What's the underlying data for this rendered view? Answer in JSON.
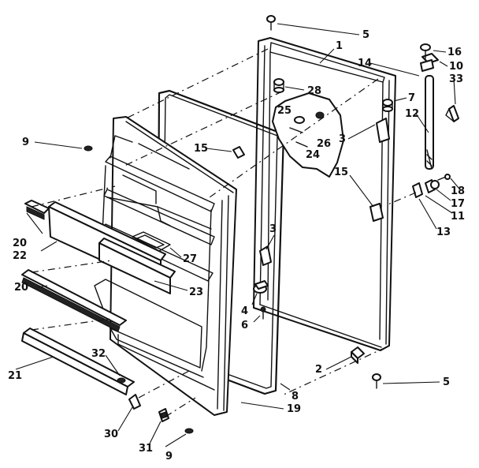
{
  "callouts": [
    {
      "id": "c5a",
      "text": "5"
    },
    {
      "id": "c1",
      "text": "1"
    },
    {
      "id": "c16",
      "text": "16"
    },
    {
      "id": "c14",
      "text": "14"
    },
    {
      "id": "c10",
      "text": "10"
    },
    {
      "id": "c33",
      "text": "33"
    },
    {
      "id": "c28",
      "text": "28"
    },
    {
      "id": "c7",
      "text": "7"
    },
    {
      "id": "c12",
      "text": "12"
    },
    {
      "id": "c25",
      "text": "25"
    },
    {
      "id": "c26",
      "text": "26"
    },
    {
      "id": "c24",
      "text": "24"
    },
    {
      "id": "c3a",
      "text": "3"
    },
    {
      "id": "c15a",
      "text": "15"
    },
    {
      "id": "c15b",
      "text": "15"
    },
    {
      "id": "c9a",
      "text": "9"
    },
    {
      "id": "c18",
      "text": "18"
    },
    {
      "id": "c17",
      "text": "17"
    },
    {
      "id": "c11",
      "text": "11"
    },
    {
      "id": "c13",
      "text": "13"
    },
    {
      "id": "c20a",
      "text": "20"
    },
    {
      "id": "c22",
      "text": "22"
    },
    {
      "id": "c27",
      "text": "27"
    },
    {
      "id": "c3b",
      "text": "3"
    },
    {
      "id": "c23",
      "text": "23"
    },
    {
      "id": "c20b",
      "text": "20"
    },
    {
      "id": "c4",
      "text": "4"
    },
    {
      "id": "c6",
      "text": "6"
    },
    {
      "id": "c21",
      "text": "21"
    },
    {
      "id": "c32",
      "text": "32"
    },
    {
      "id": "c2",
      "text": "2"
    },
    {
      "id": "c5b",
      "text": "5"
    },
    {
      "id": "c8",
      "text": "8"
    },
    {
      "id": "c19",
      "text": "19"
    },
    {
      "id": "c30",
      "text": "30"
    },
    {
      "id": "c31",
      "text": "31"
    },
    {
      "id": "c9b",
      "text": "9"
    }
  ]
}
